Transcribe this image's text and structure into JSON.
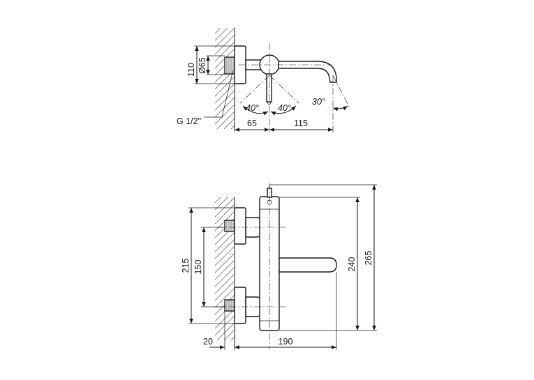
{
  "top_view": {
    "dim_height": "110",
    "dim_diameter": "Ø65",
    "dim_thread": "G 1/2\"",
    "dim_wall_to_center": "65",
    "dim_spout": "115",
    "angle_left": "40°",
    "angle_right": "40°",
    "angle_spout": "30°"
  },
  "front_view": {
    "dim_total_height": "215",
    "dim_inlet_spacing": "150",
    "dim_height_240": "240",
    "dim_height_265": "265",
    "dim_wall_offset": "20",
    "dim_spout_reach": "190"
  }
}
